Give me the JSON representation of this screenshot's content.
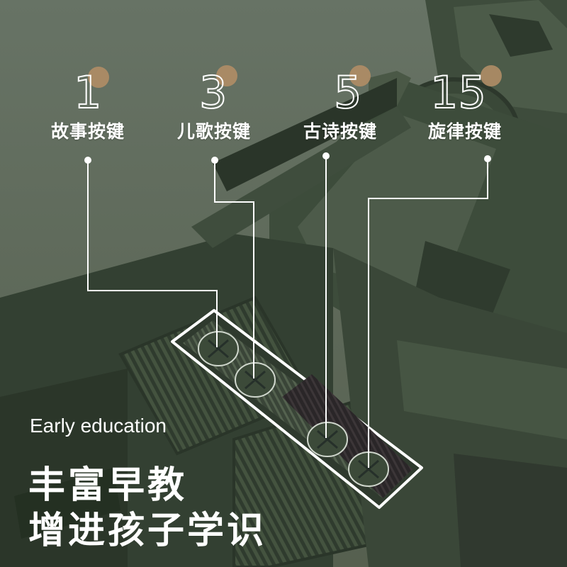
{
  "features": [
    {
      "number": "1",
      "label": "故事按键"
    },
    {
      "number": "3",
      "label": "儿歌按键"
    },
    {
      "number": "5",
      "label": "古诗按键"
    },
    {
      "number": "15",
      "label": "旋律按键"
    }
  ],
  "subtitle_en": "Early education",
  "headline_line1": "丰富早教",
  "headline_line2": "增进孩子学识",
  "colors": {
    "background": "#5f6b5e",
    "tank_green": "#3d4d3c",
    "accent_dot": "#b08d66",
    "text": "#ffffff"
  }
}
